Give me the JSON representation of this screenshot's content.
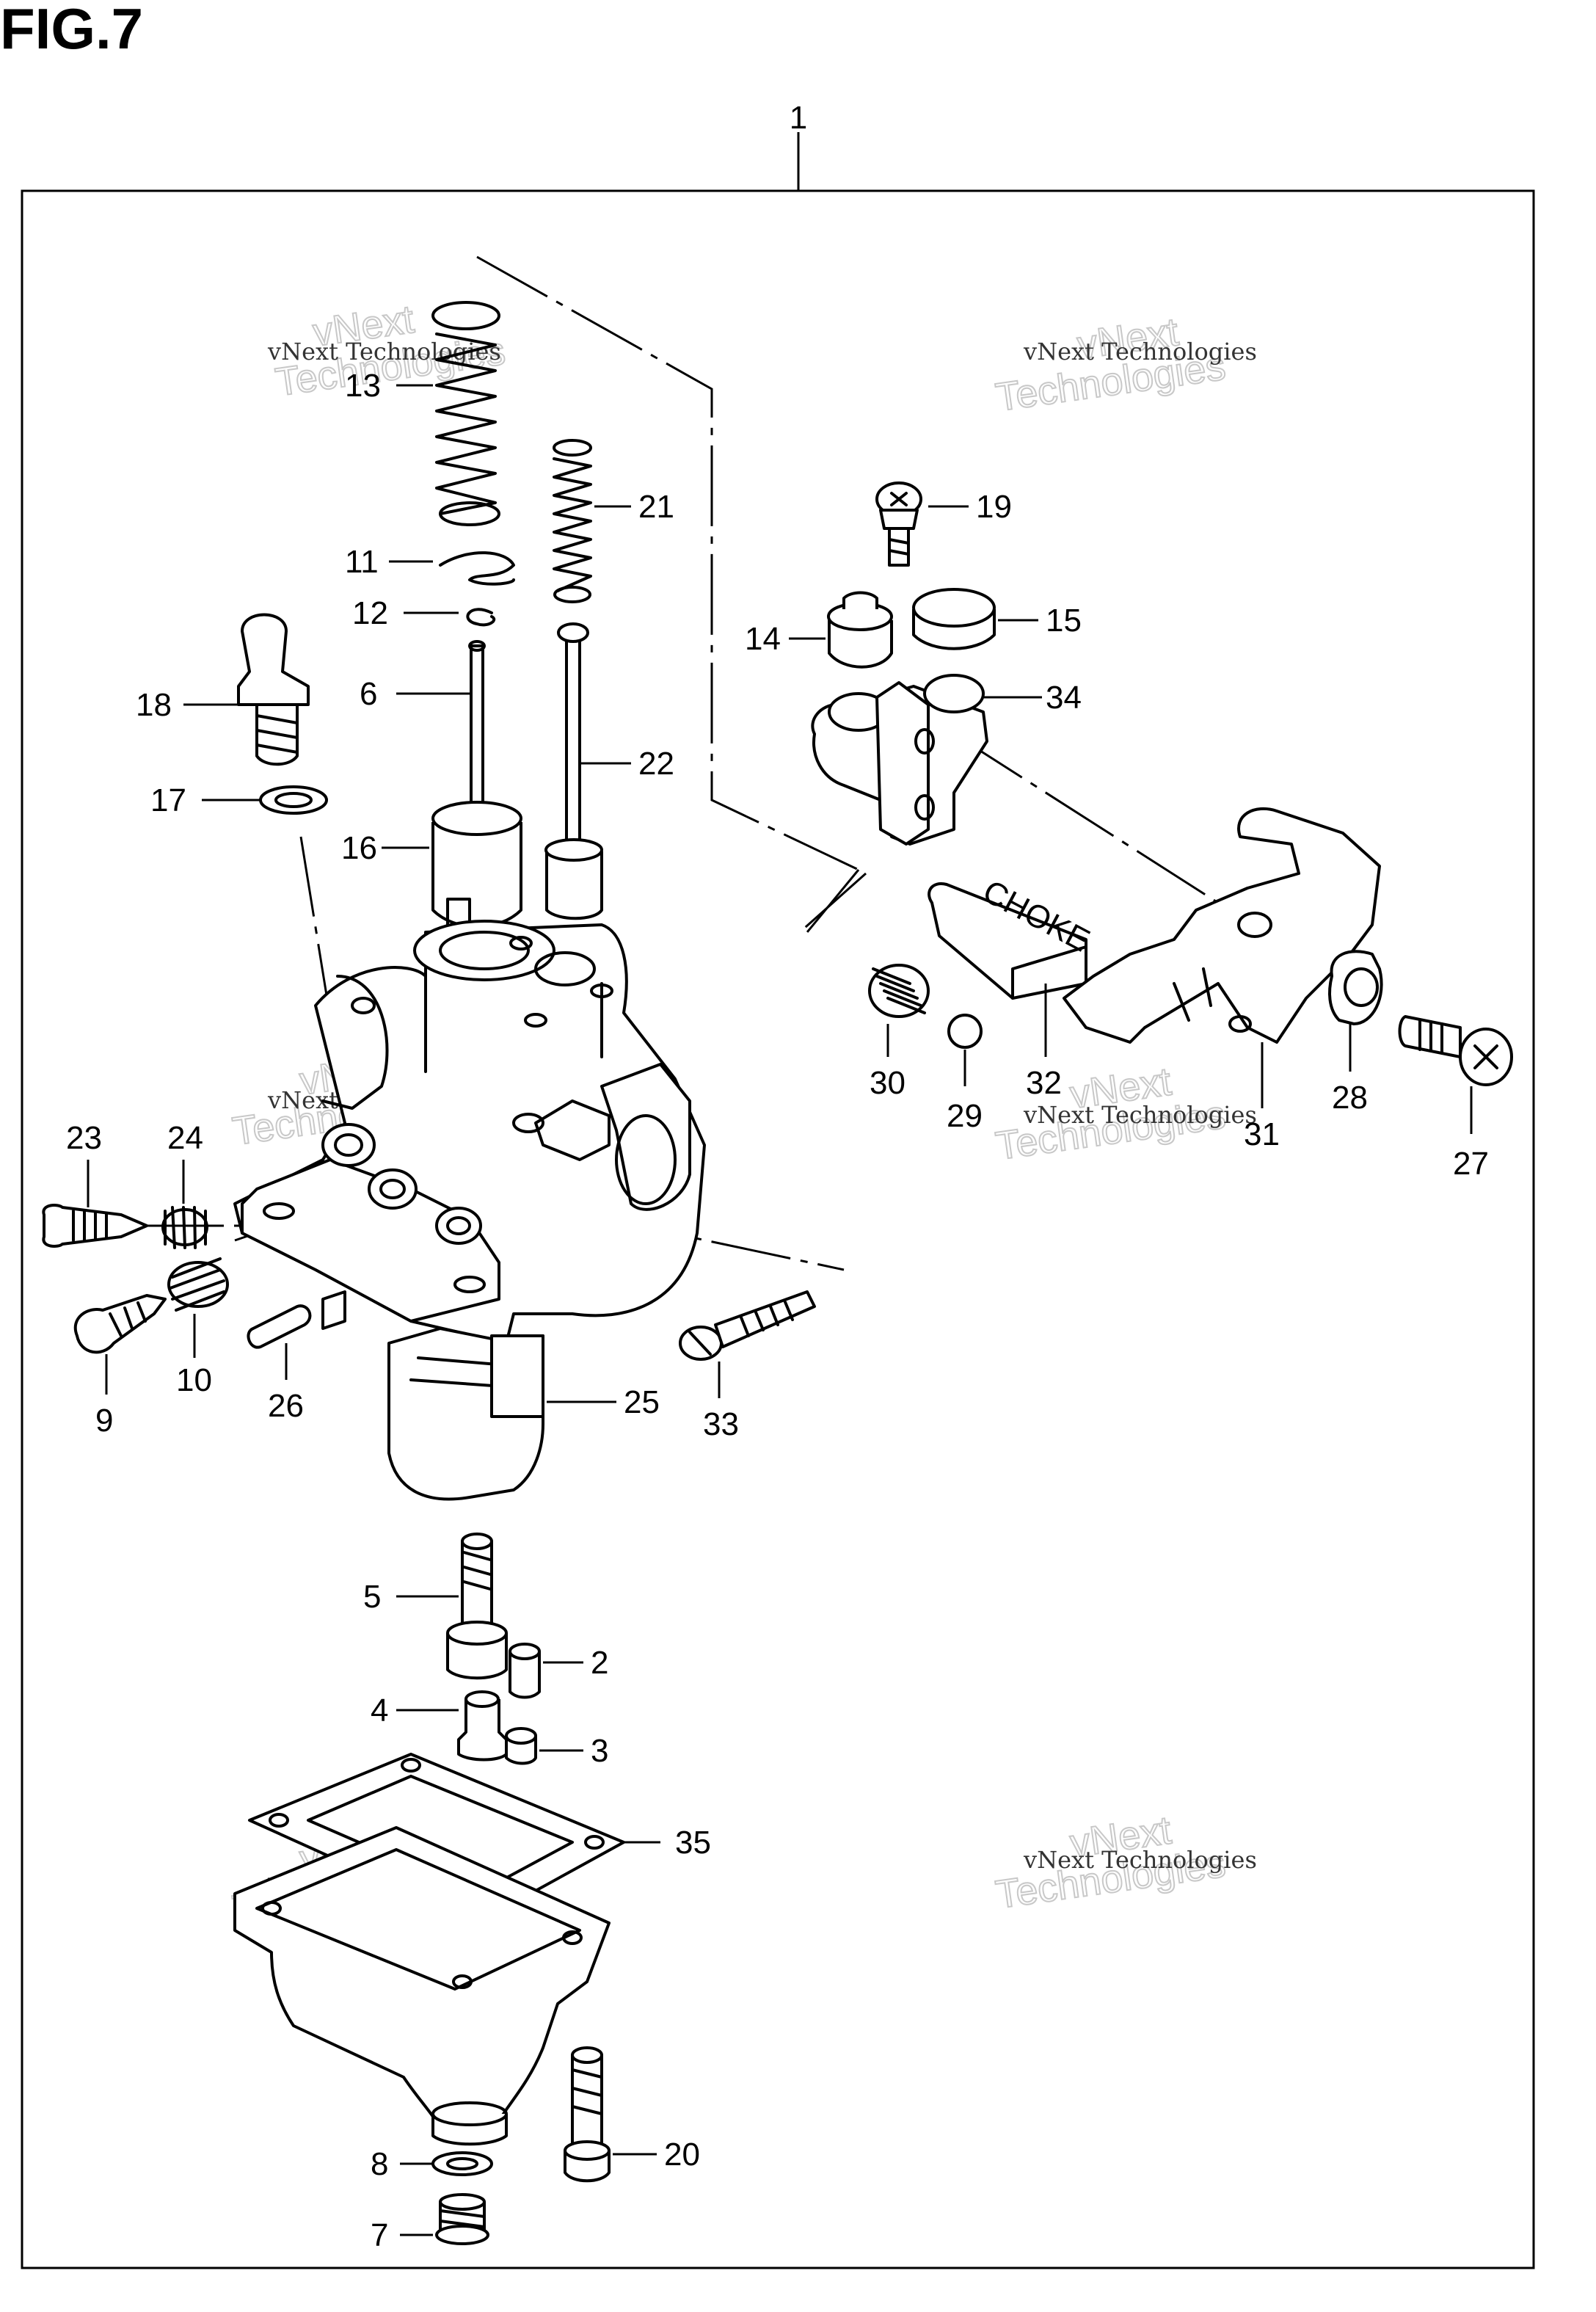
{
  "figure": {
    "title": "FIG.7"
  },
  "labels": {
    "n1": "1",
    "n2": "2",
    "n3": "3",
    "n4": "4",
    "n5": "5",
    "n6": "6",
    "n7": "7",
    "n8": "8",
    "n9": "9",
    "n10": "10",
    "n11": "11",
    "n12": "12",
    "n13": "13",
    "n14": "14",
    "n15": "15",
    "n16": "16",
    "n17": "17",
    "n18": "18",
    "n19": "19",
    "n20": "20",
    "n21": "21",
    "n22": "22",
    "n23": "23",
    "n24": "24",
    "n25": "25",
    "n26": "26",
    "n27": "27",
    "n28": "28",
    "n29": "29",
    "n30": "30",
    "n31": "31",
    "n32": "32",
    "n33": "33",
    "n34": "34",
    "n35": "35"
  },
  "choke_plate_text": "CHOKE",
  "watermark": {
    "line1": "vNext Technologies",
    "line2a": "vNext",
    "line2b": "Technologies"
  }
}
